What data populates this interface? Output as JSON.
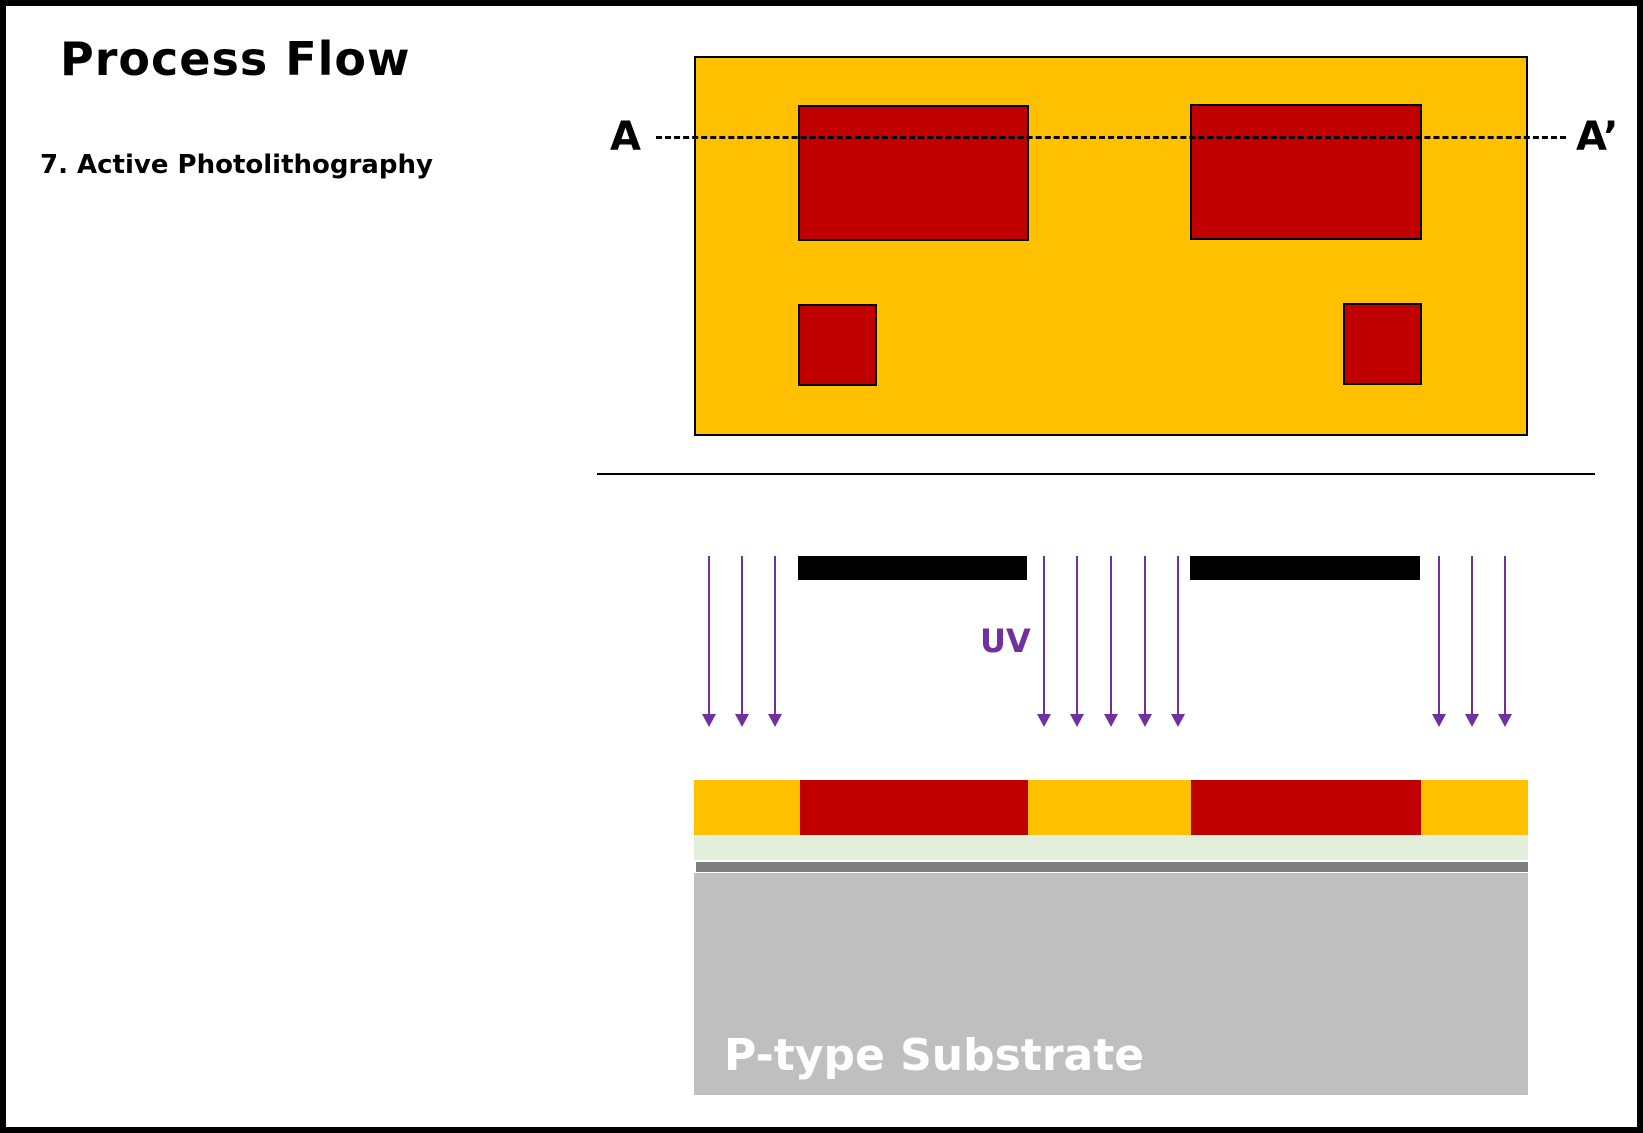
{
  "title": "Process Flow",
  "step": "7. Active Photolithography",
  "section": {
    "start": "A",
    "end": "A’"
  },
  "uv_label": "UV",
  "substrate_label": "P-type Substrate",
  "colors": {
    "photoresist_unexposed": "#ffc000",
    "photoresist_exposed": "#c00000",
    "uv": "#7030a0",
    "oxide": "#e2efda",
    "nitride": "#7f7f7f",
    "substrate": "#bfbfbf",
    "mask": "#000000"
  }
}
